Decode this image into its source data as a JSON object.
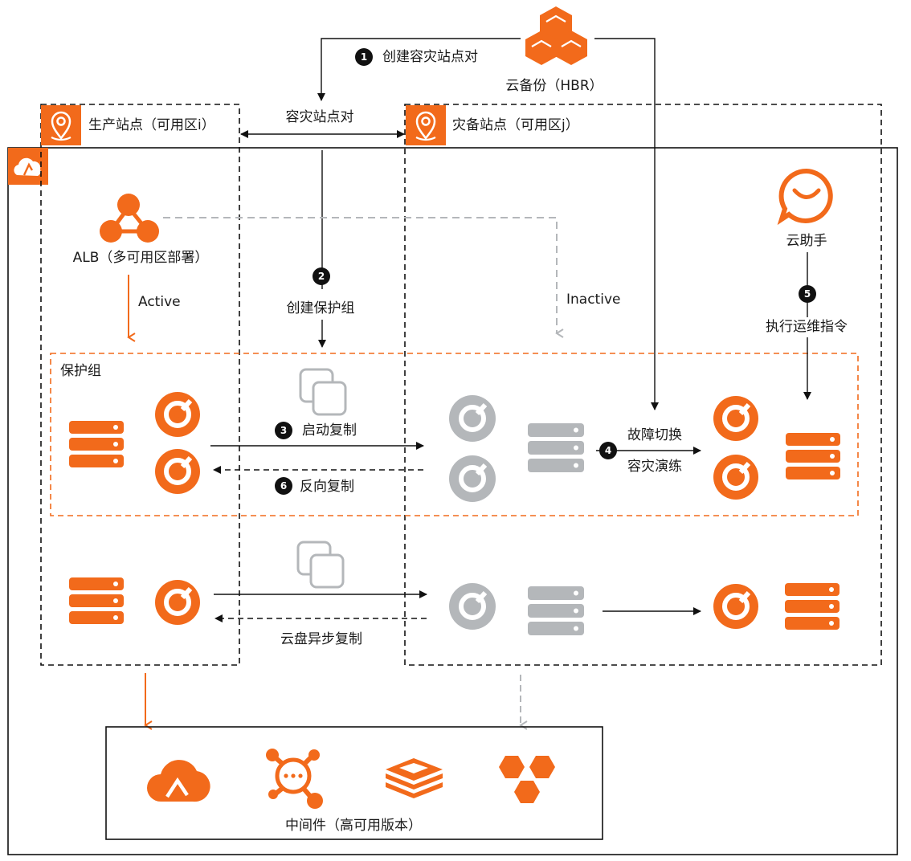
{
  "hbr": {
    "label": "云备份（HBR）"
  },
  "steps": [
    {
      "num": "1",
      "label": "创建容灾站点对"
    },
    {
      "num": "2",
      "label": "创建保护组"
    },
    {
      "num": "3",
      "label": "启动复制"
    },
    {
      "num": "4",
      "label": "故障切换"
    },
    {
      "num": "5",
      "label": "执行运维指令"
    },
    {
      "num": "6",
      "label": "反向复制"
    }
  ],
  "site_pair_label": "容灾站点对",
  "production_site": {
    "label": "生产站点（可用区i）"
  },
  "dr_site": {
    "label": "灾备站点（可用区j）"
  },
  "alb": {
    "label": "ALB（多可用区部署）"
  },
  "active_label": "Active",
  "inactive_label": "Inactive",
  "cloud_assistant": {
    "label": "云助手"
  },
  "protection_group": {
    "label": "保护组"
  },
  "drill_label": "容灾演练",
  "async_replication_label": "云盘异步复制",
  "middleware": {
    "label": "中间件（高可用版本）"
  },
  "colors": {
    "orange": "#f26a1b",
    "gray": "#b4b7ba",
    "black": "#111111"
  }
}
